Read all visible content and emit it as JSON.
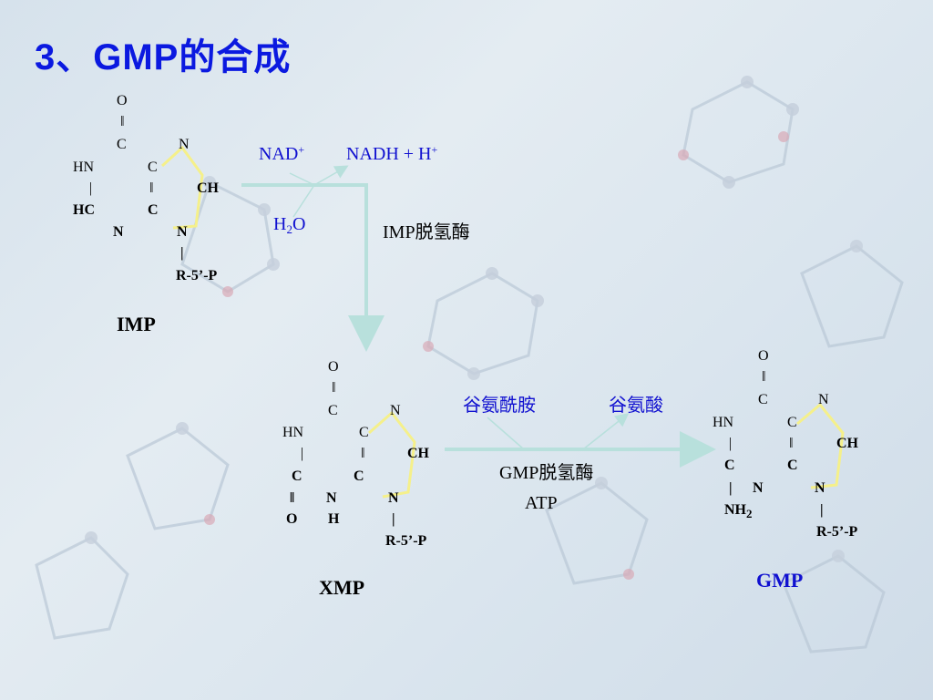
{
  "title": "3、GMP的合成",
  "imp": {
    "o": "O",
    "dbl": "‖",
    "c1": "C",
    "n7": "N",
    "hn": "HN",
    "c5": "C",
    "bar": "|",
    "dbl2": "‖",
    "ch": "CH",
    "hc": "HC",
    "c4": "C",
    "n3": "N",
    "n9": "N",
    "bar2": "|",
    "r": "R-5’-P",
    "name": "IMP"
  },
  "step1": {
    "nad": "NAD",
    "nad_sup": "+",
    "nadh": "NADH + H",
    "nadh_sup": "+",
    "h2o_h": "H",
    "h2o_sub": "2",
    "h2o_o": "O",
    "enzyme": "IMP脱氢酶"
  },
  "xmp": {
    "o": "O",
    "dbl": "‖",
    "c1": "C",
    "n7": "N",
    "hn": "HN",
    "c5": "C",
    "bar": "|",
    "dbl2": "‖",
    "ch": "CH",
    "c2": "C",
    "c4": "C",
    "dbl3": "‖",
    "n3": "N",
    "n9": "N",
    "o2": "O",
    "h": "H",
    "bar2": "|",
    "r": "R-5’-P",
    "name": "XMP"
  },
  "step2": {
    "gln": "谷氨酰胺",
    "glu": "谷氨酸",
    "enzyme": "GMP脱氢酶",
    "atp": "ATP"
  },
  "gmp": {
    "o": "O",
    "dbl": "‖",
    "c1": "C",
    "n7": "N",
    "hn": "HN",
    "c5": "C",
    "bar": "|",
    "dbl2": "‖",
    "ch": "CH",
    "c2": "C",
    "c4": "C",
    "bar3": "|",
    "n3": "N",
    "n9": "N",
    "nh2_nh": "NH",
    "nh2_sub": "2",
    "bar2": "|",
    "r": "R-5’-P",
    "name": "GMP"
  },
  "colors": {
    "title": "#0b19e0",
    "reagent_blue": "#1010d0",
    "arrow": "#b8e0dc",
    "ring_highlight": "#f5f08a"
  }
}
